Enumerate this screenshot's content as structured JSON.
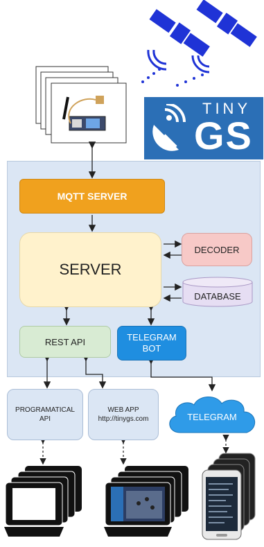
{
  "logo": {
    "line1": "TINY",
    "line2": "GS"
  },
  "nodes": {
    "mqtt": "MQTT SERVER",
    "server": "SERVER",
    "decoder": "DECODER",
    "database": "DATABASE",
    "rest_api": "REST API",
    "telegram_bot": [
      "TELEGRAM",
      "BOT"
    ],
    "programatical_api": [
      "PROGRAMATICAL",
      "API"
    ],
    "web_app": [
      "WEB APP",
      "http://tinygs.com"
    ],
    "telegram": "TELEGRAM"
  },
  "colors": {
    "panel": "#dbe6f4",
    "mqtt": "#f0a11e",
    "server": "#fff2cc",
    "decoder": "#f7c9c7",
    "database": "#e6def3",
    "rest_api": "#d8ebd3",
    "telegram_bot": "#1f8ee0",
    "telegram_cloud": "#2f9be8",
    "logo": "#2b6fb6",
    "satellite": "#1f33d6"
  },
  "icons": [
    "satellite-icon",
    "ground-station-board-icon",
    "satellite-dish-icon",
    "laptop-icon",
    "web-app-screen-icon",
    "smartphone-icon",
    "cloud-icon",
    "database-cylinder-icon"
  ]
}
